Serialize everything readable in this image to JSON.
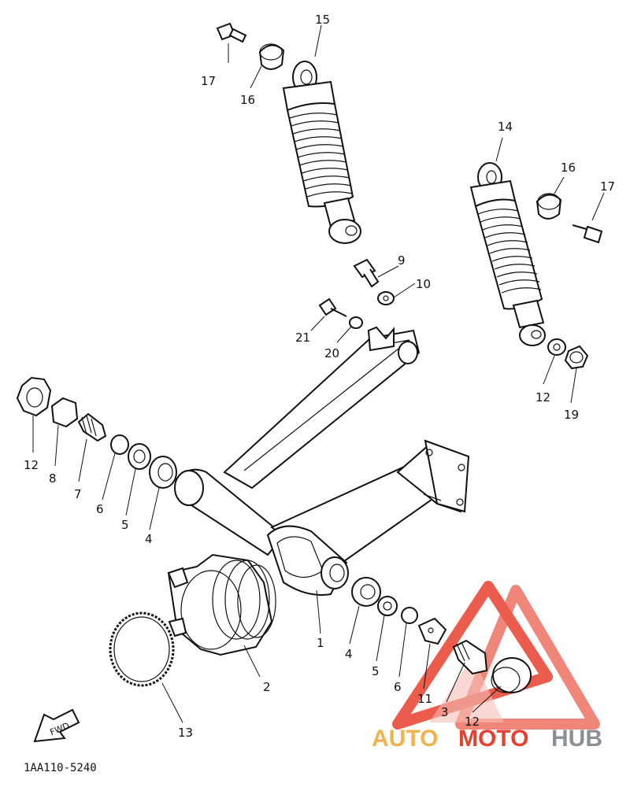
{
  "labels": {
    "l15": "15",
    "l17a": "17",
    "l16a": "16",
    "l14": "14",
    "l16b": "16",
    "l17b": "17",
    "l9": "9",
    "l10": "10",
    "l21": "21",
    "l20": "20",
    "l12a": "12",
    "l19": "19",
    "l12b": "12",
    "l8": "8",
    "l7": "7",
    "l6a": "6",
    "l5a": "5",
    "l4a": "4",
    "l1": "1",
    "l4b": "4",
    "l5b": "5",
    "l6b": "6",
    "l11": "11",
    "l3": "3",
    "l12c": "12",
    "l2": "2",
    "l13": "13"
  },
  "arrow_text": "FWD",
  "diagram_code": "1AA110-5240",
  "watermark": {
    "auto": "AUTO",
    "moto": "MOTO",
    "hub": "HUB"
  },
  "colors": {
    "watermark_red": "#e8402f",
    "watermark_orange": "#f3b24a",
    "watermark_grey": "#8b8f96",
    "line": "#111111"
  }
}
